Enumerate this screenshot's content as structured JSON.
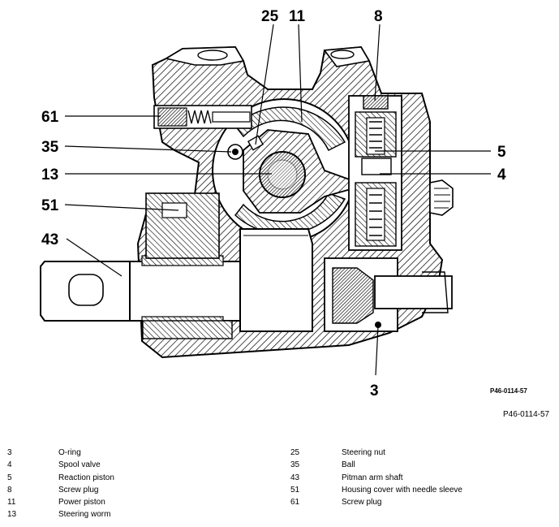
{
  "figure": {
    "drawing_code": "P46-0114-57",
    "figure_code": "P46-0114-57"
  },
  "callouts": {
    "c25": "25",
    "c11": "11",
    "c8": "8",
    "c61": "61",
    "c35": "35",
    "c5": "5",
    "c13": "13",
    "c4": "4",
    "c51": "51",
    "c43": "43",
    "c3": "3"
  },
  "legend": {
    "left": [
      {
        "num": "3",
        "label": "O-ring"
      },
      {
        "num": "4",
        "label": "Spool valve"
      },
      {
        "num": "5",
        "label": "Reaction piston"
      },
      {
        "num": "8",
        "label": "Screw plug"
      },
      {
        "num": "11",
        "label": "Power piston"
      },
      {
        "num": "13",
        "label": "Steering worm"
      }
    ],
    "right": [
      {
        "num": "25",
        "label": "Steering nut"
      },
      {
        "num": "35",
        "label": "Ball"
      },
      {
        "num": "43",
        "label": "Pitman arm shaft"
      },
      {
        "num": "51",
        "label": "Housing cover with needle sleeve"
      },
      {
        "num": "61",
        "label": "Screw plug"
      }
    ]
  }
}
